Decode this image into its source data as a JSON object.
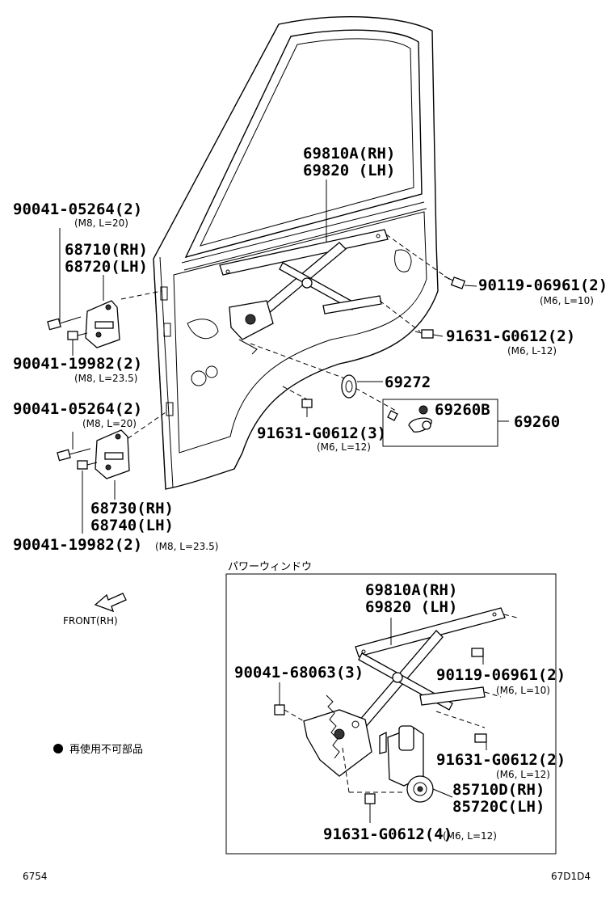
{
  "labels": {
    "p69810a_rh": "69810A(RH)",
    "p69820_lh": "69820 (LH)",
    "p90041_05264_top": "90041-05264(2)",
    "p90041_05264_top_spec": "(M8, L=20)",
    "p68710": "68710(RH)",
    "p68720": "68720(LH)",
    "p90119_top": "90119-06961(2)",
    "p90119_top_spec": "(M6, L=10)",
    "p91631_top": "91631-G0612(2)",
    "p91631_top_spec": "(M6, L-12)",
    "p90041_19982_top": "90041-19982(2)",
    "p90041_19982_top_spec": "(M8, L=23.5)",
    "p69272": "69272",
    "p69260b": "69260B",
    "p69260": "69260",
    "p90041_05264_mid": "90041-05264(2)",
    "p90041_05264_mid_spec": "(M8, L=20)",
    "p91631_mid": "91631-G0612(3)",
    "p91631_mid_spec": "(M6, L=12)",
    "p68730": "68730(RH)",
    "p68740": "68740(LH)",
    "p90041_19982_bot": "90041-19982(2)",
    "p90041_19982_bot_spec": "(M8, L=23.5)",
    "front": "FRONT(RH)",
    "power_window": "パワーウィンドウ",
    "pw_69810a": "69810A(RH)",
    "pw_69820": "69820 (LH)",
    "pw_90041_68063": "90041-68063(3)",
    "pw_90119": "90119-06961(2)",
    "pw_90119_spec": "(M6, L=10)",
    "pw_91631_a": "91631-G0612(2)",
    "pw_91631_a_spec": "(M6, L=12)",
    "pw_85710d": "85710D(RH)",
    "pw_85720c": "85720C(LH)",
    "pw_91631_b": "91631-G0612(4)",
    "pw_91631_b_spec": "(M6, L=12)",
    "legend_text": "再使用不可部品",
    "page_number": "6754",
    "figure_code": "67D1D4"
  }
}
